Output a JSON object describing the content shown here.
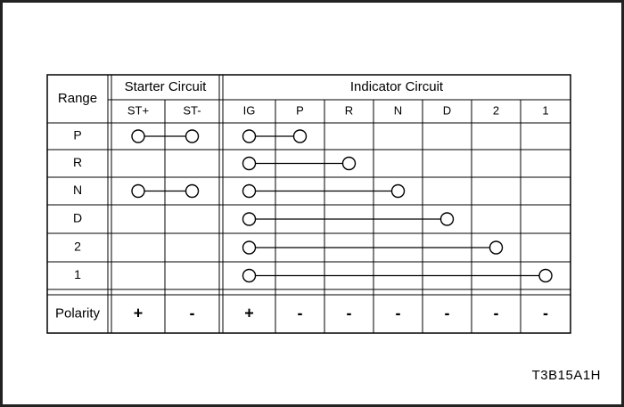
{
  "table": {
    "range_header": "Range",
    "starter_header": "Starter Circuit",
    "indicator_header": "Indicator Circuit",
    "starter_columns": [
      "ST+",
      "ST-"
    ],
    "indicator_columns": [
      "IG",
      "P",
      "R",
      "N",
      "D",
      "2",
      "1"
    ],
    "rows": [
      {
        "range": "P",
        "starter_connected": true,
        "indicator_to": "P"
      },
      {
        "range": "R",
        "starter_connected": false,
        "indicator_to": "R"
      },
      {
        "range": "N",
        "starter_connected": true,
        "indicator_to": "N"
      },
      {
        "range": "D",
        "starter_connected": false,
        "indicator_to": "D"
      },
      {
        "range": "2",
        "starter_connected": false,
        "indicator_to": "2"
      },
      {
        "range": "1",
        "starter_connected": false,
        "indicator_to": "1"
      }
    ],
    "polarity_label": "Polarity",
    "polarity_values": [
      "+",
      "-",
      "+",
      "-",
      "-",
      "-",
      "-",
      "-",
      "-"
    ]
  },
  "ref_code": "T3B15A1H"
}
